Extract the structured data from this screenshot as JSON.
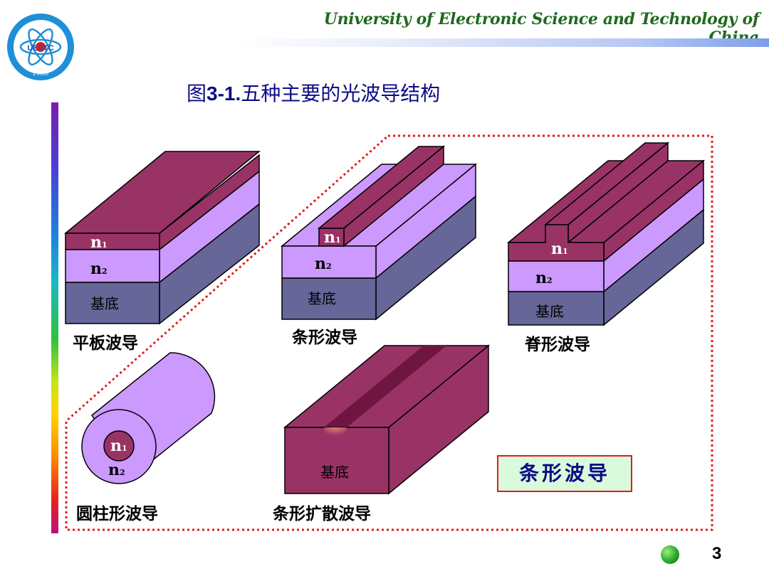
{
  "header": {
    "university": "University of Electronic Science and Technology of China",
    "logo_abbrev": "UESTC",
    "logo_year": "1956"
  },
  "title": {
    "prefix": "图",
    "number": "3-1.",
    "text": "五种主要的光波导结构"
  },
  "layers": {
    "n1": "n",
    "n1_sub": "1",
    "n2": "n",
    "n2_sub": "2",
    "substrate": "基底"
  },
  "structures": {
    "slab": "平板波导",
    "strip": "条形波导",
    "ridge": "脊形波导",
    "cylinder": "圆柱形波导",
    "diffused": "条形扩散波导"
  },
  "legend": {
    "label": "条形波导",
    "border_color": "#e11c1c"
  },
  "footer": {
    "page_number": "3"
  },
  "colors": {
    "core": "#993366",
    "cladding": "#cc99ff",
    "substrate": "#666699",
    "title": "#0b0b84",
    "university": "#1e6a1e"
  }
}
